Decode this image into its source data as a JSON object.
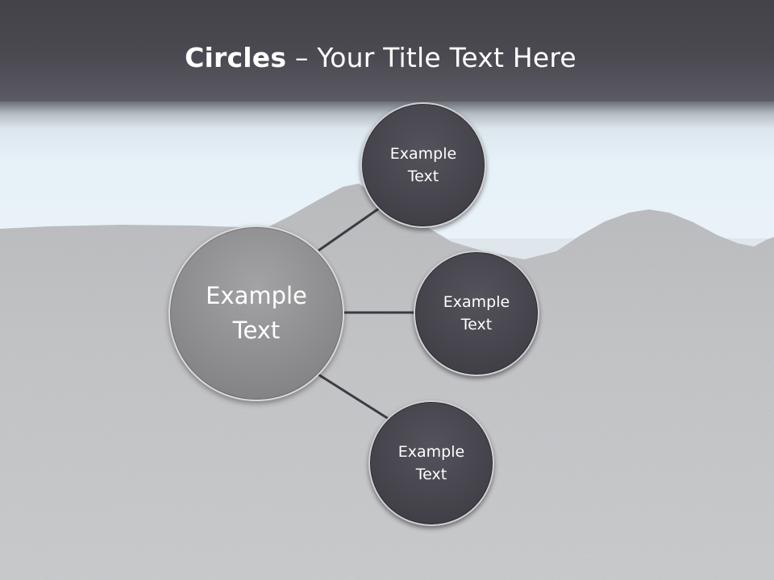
{
  "slide": {
    "title_bold": "Circles",
    "title_rest": " – Your Title Text Here"
  },
  "diagram": {
    "center": {
      "label": "Example\nText"
    },
    "nodes": [
      {
        "label": "Example\nText"
      },
      {
        "label": "Example\nText"
      },
      {
        "label": "Example\nText"
      }
    ]
  },
  "colors": {
    "header": "#47464e",
    "sky": "#e7f1f8",
    "hills": "#bfc0c3",
    "center_circle": "#8f8f92",
    "node_circle": "#46454d",
    "connector": "#3c3b42"
  }
}
